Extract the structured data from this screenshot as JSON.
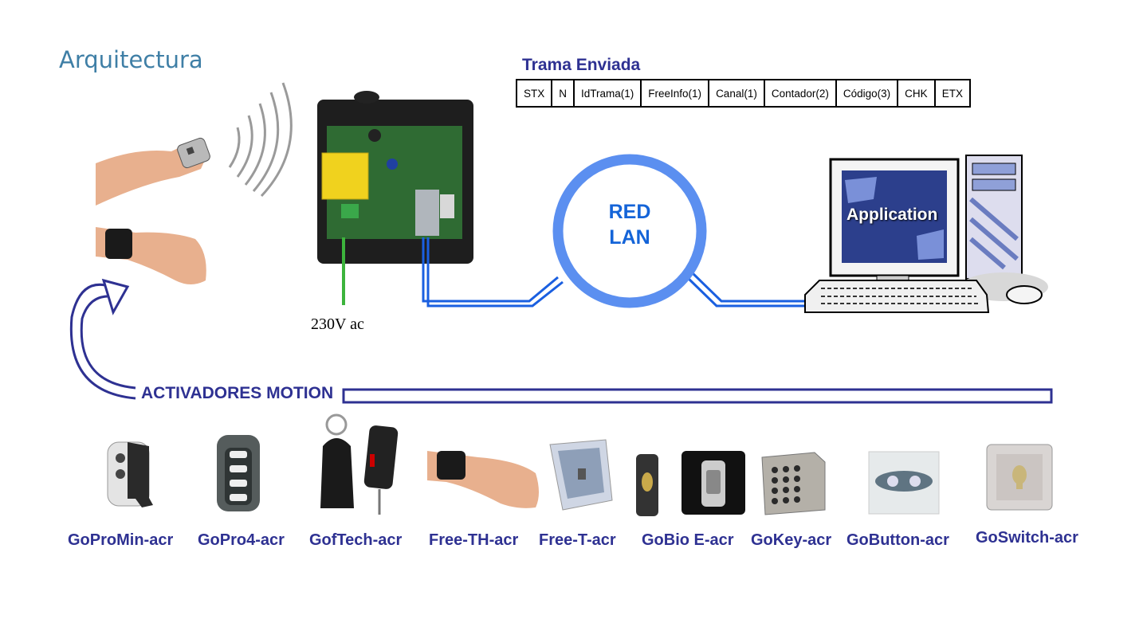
{
  "title": "Arquitectura",
  "frame": {
    "title": "Trama Enviada",
    "fields": [
      "STX",
      "N",
      "IdTrama(1)",
      "FreeInfo(1)",
      "Canal(1)",
      "Contador(2)",
      "Código(3)",
      "CHK",
      "ETX"
    ]
  },
  "power_label": "230V ac",
  "lan": {
    "line1": "RED",
    "line2": "LAN"
  },
  "computer": {
    "screen_label": "Application"
  },
  "activators_title": "ACTIVADORES MOTION",
  "devices": [
    {
      "label": "GoProMin-acr"
    },
    {
      "label": "GoPro4-acr"
    },
    {
      "label": "GofTech-acr"
    },
    {
      "label": "Free-TH-acr"
    },
    {
      "label": "Free-T-acr"
    },
    {
      "label": "GoBio E-acr"
    },
    {
      "label": "GoKey-acr"
    },
    {
      "label": "GoButton-acr"
    },
    {
      "label": "GoSwitch-acr"
    }
  ],
  "colors": {
    "title": "#3f7fa6",
    "navy": "#2e3192",
    "lan_blue": "#1464d8",
    "cable_blue": "#1a5fe0",
    "power_green": "#3cb43c"
  }
}
